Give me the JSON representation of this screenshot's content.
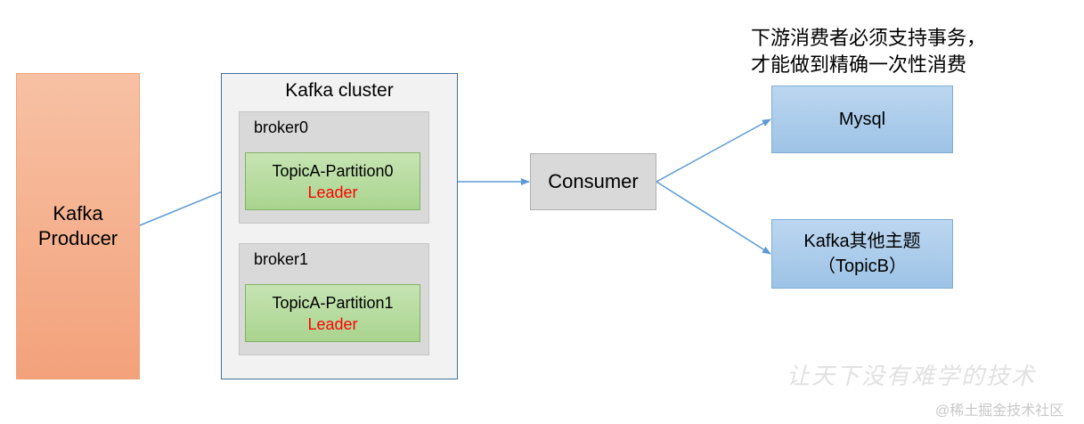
{
  "producer": {
    "line1": "Kafka",
    "line2": "Producer"
  },
  "cluster": {
    "title": "Kafka cluster",
    "brokers": [
      {
        "name": "broker0",
        "partition": "TopicA-Partition0",
        "role": "Leader"
      },
      {
        "name": "broker1",
        "partition": "TopicA-Partition1",
        "role": "Leader"
      }
    ]
  },
  "consumer": {
    "label": "Consumer"
  },
  "targets": {
    "mysql": {
      "label": "Mysql"
    },
    "kafka_other": {
      "line1": "Kafka其他主题",
      "line2": "（TopicB）"
    }
  },
  "note": {
    "line1": "下游消费者必须支持事务，",
    "line2": "才能做到精确一次性消费"
  },
  "watermark": {
    "text": "让天下没有难学的技术",
    "site": "@稀土掘金技术社区"
  },
  "colors": {
    "arrow": "#5b9bd5",
    "leader": "#ff0000",
    "producer": "#f4b183",
    "partition": "#a9d18e",
    "target": "#9dc3e6",
    "cluster_border": "#41719c"
  }
}
